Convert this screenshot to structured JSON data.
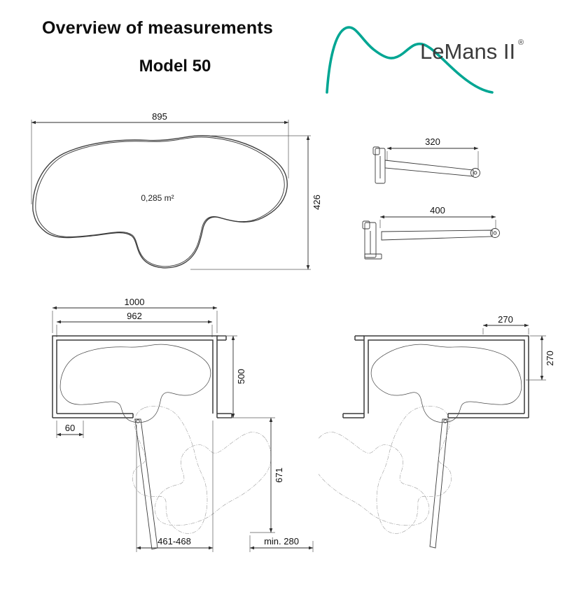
{
  "header": {
    "title": "Overview of measurements",
    "model": "Model 50"
  },
  "brand": {
    "name": "LeMans II",
    "registered": "®"
  },
  "colors": {
    "accent": "#00A693",
    "line": "#3a3a3a"
  },
  "shelf_outline": {
    "width": "895",
    "height": "426",
    "area": "0,285 m²"
  },
  "arms": {
    "upper_arm_length": "320",
    "lower_arm_length": "400"
  },
  "left_plan": {
    "outer_width": "1000",
    "inner_width": "962",
    "depth": "500",
    "blind_offset": "60",
    "extension_depth": "671",
    "door_width": "461-468",
    "min_clearance": "min. 280"
  },
  "right_plan": {
    "blind_width": "270",
    "side_depth": "270"
  }
}
